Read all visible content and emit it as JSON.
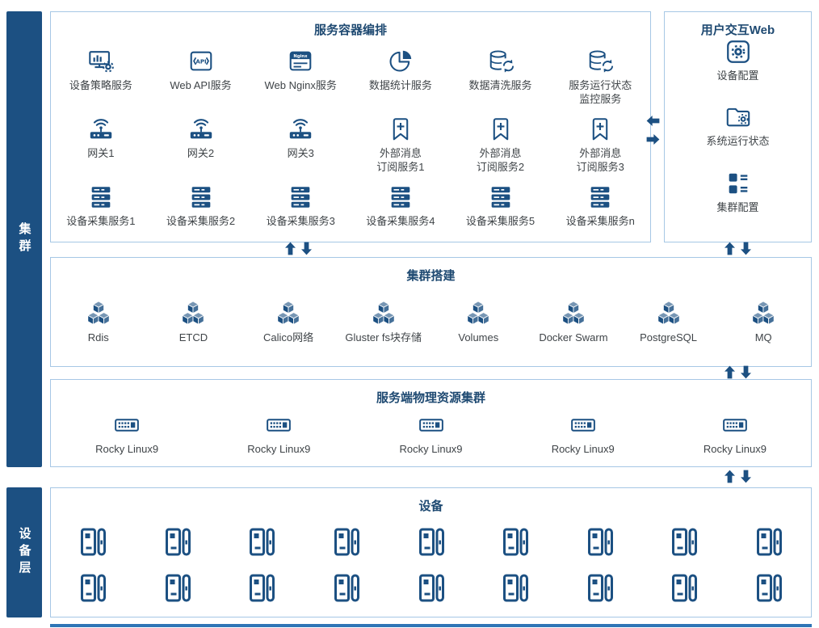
{
  "colors": {
    "primary": "#1c5082",
    "border": "#a6c7e5",
    "title_text": "#1f4a72",
    "label_text": "#3f4448",
    "bottom_strip": "#2e75b6"
  },
  "sidebars": {
    "cluster": {
      "label": "集群"
    },
    "device_layer": {
      "label": "设备层"
    }
  },
  "orchestration": {
    "title": "服务容器编排",
    "rows": [
      [
        {
          "icon": "monitor-stats",
          "label": "设备策略服务"
        },
        {
          "icon": "api-box",
          "label": "Web API服务"
        },
        {
          "icon": "nginx-box",
          "label": "Web Nginx服务"
        },
        {
          "icon": "pie-chart",
          "label": "数据统计服务"
        },
        {
          "icon": "db-refresh",
          "label": "数据清洗服务"
        },
        {
          "icon": "db-refresh",
          "label": "服务运行状态\n监控服务"
        }
      ],
      [
        {
          "icon": "gateway",
          "label": "网关1"
        },
        {
          "icon": "gateway",
          "label": "网关2"
        },
        {
          "icon": "gateway",
          "label": "网关3"
        },
        {
          "icon": "bookmark-plus",
          "label": "外部消息\n订阅服务1"
        },
        {
          "icon": "bookmark-plus",
          "label": "外部消息\n订阅服务2"
        },
        {
          "icon": "bookmark-plus",
          "label": "外部消息\n订阅服务3"
        }
      ],
      [
        {
          "icon": "server-stack",
          "label": "设备采集服务1"
        },
        {
          "icon": "server-stack",
          "label": "设备采集服务2"
        },
        {
          "icon": "server-stack",
          "label": "设备采集服务3"
        },
        {
          "icon": "server-stack",
          "label": "设备采集服务4"
        },
        {
          "icon": "server-stack",
          "label": "设备采集服务5"
        },
        {
          "icon": "server-stack",
          "label": "设备采集服务n"
        }
      ]
    ]
  },
  "user_web": {
    "title": "用户交互Web",
    "items": [
      {
        "icon": "gear-square",
        "label": "设备配置"
      },
      {
        "icon": "folder-gear",
        "label": "系统运行状态"
      },
      {
        "icon": "list-config",
        "label": "集群配置"
      }
    ]
  },
  "cluster_build": {
    "title": "集群搭建",
    "items": [
      {
        "icon": "cubes",
        "label": "Rdis"
      },
      {
        "icon": "cubes",
        "label": "ETCD"
      },
      {
        "icon": "cubes",
        "label": "Calico网络"
      },
      {
        "icon": "cubes",
        "label": "Gluster fs块存储"
      },
      {
        "icon": "cubes",
        "label": "Volumes"
      },
      {
        "icon": "cubes",
        "label": "Docker Swarm"
      },
      {
        "icon": "cubes",
        "label": "PostgreSQL"
      },
      {
        "icon": "cubes",
        "label": "MQ"
      }
    ]
  },
  "physical_cluster": {
    "title": "服务端物理资源集群",
    "items": [
      {
        "icon": "keyboard-node",
        "label": "Rocky Linux9"
      },
      {
        "icon": "keyboard-node",
        "label": "Rocky Linux9"
      },
      {
        "icon": "keyboard-node",
        "label": "Rocky Linux9"
      },
      {
        "icon": "keyboard-node",
        "label": "Rocky Linux9"
      },
      {
        "icon": "keyboard-node",
        "label": "Rocky Linux9"
      }
    ]
  },
  "devices": {
    "title": "设备",
    "icon": "access-device",
    "rows": [
      9,
      9
    ]
  }
}
